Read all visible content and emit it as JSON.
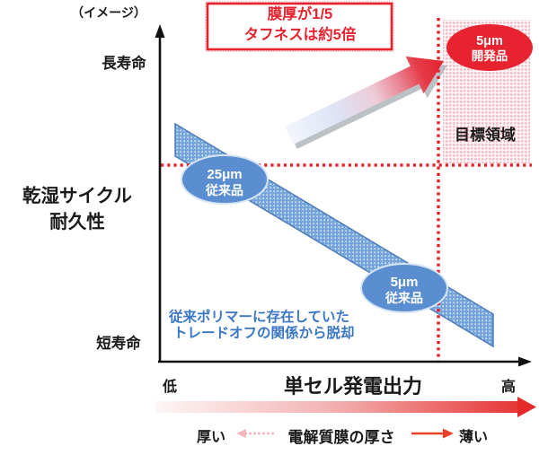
{
  "title_note": "（イメージ）",
  "callout": {
    "line1": "膜厚が1/5",
    "line2": "タフネスは約5倍"
  },
  "y_axis": {
    "title_line1": "乾湿サイクル",
    "title_line2": "耐久性",
    "top_label": "長寿命",
    "bottom_label": "短寿命"
  },
  "x_axis": {
    "title": "単セル発電出力",
    "left_label": "低",
    "right_label": "高"
  },
  "target_region": {
    "label": "目標領域"
  },
  "markers": {
    "developed_5um": {
      "line1": "5μm",
      "line2": "開発品"
    },
    "conventional_25um": {
      "line1": "25μm",
      "line2": "従来品"
    },
    "conventional_5um": {
      "line1": "5μm",
      "line2": "従来品"
    }
  },
  "annotation": {
    "line1": "従来ポリマーに存在していた",
    "line2": "トレードオフの関係から脱却"
  },
  "thickness_scale": {
    "left_label": "厚い",
    "title": "電解質膜の厚さ",
    "right_label": "薄い"
  },
  "colors": {
    "accent_red": "#e6232e",
    "band_blue": "#76a5da",
    "marker_blue": "#5b8ed0",
    "annotation_blue": "#3a76c5",
    "target_pink": "#f8d9de"
  }
}
